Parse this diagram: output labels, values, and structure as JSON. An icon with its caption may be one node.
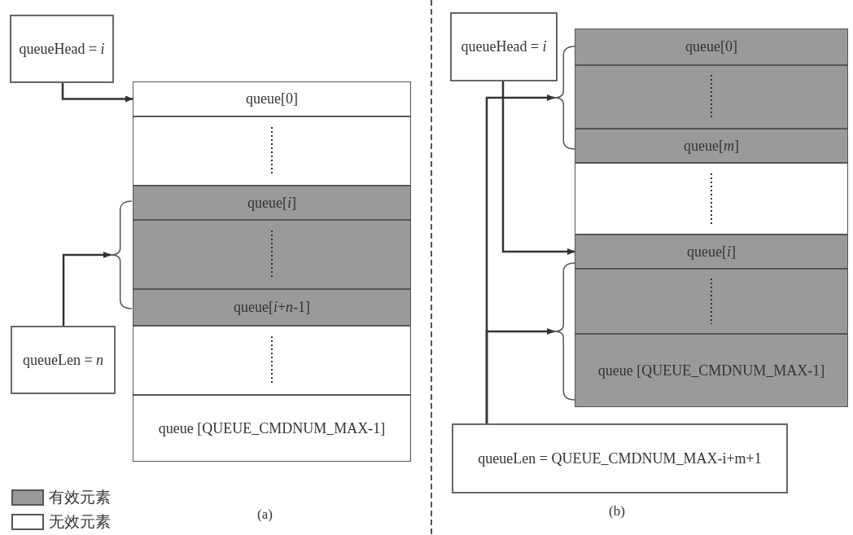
{
  "diagram": {
    "nodes": [
      {
        "text": [
          "queueHead = *i*"
        ]
      },
      {
        "text": [
          "queue[0]"
        ]
      },
      {
        "text": [],
        "shape": "box"
      },
      {
        "text": [
          "queue[*i*]"
        ]
      },
      {
        "text": [],
        "shape": "box"
      },
      {
        "text": [
          "queue[*i*+*n*-1]"
        ]
      },
      {
        "text": [],
        "shape": "box"
      },
      {
        "text": [
          "queue [QUEUE_CMDNUM_MAX-1]"
        ]
      },
      {
        "text": [],
        "shape": "brace"
      },
      {
        "text": [
          "queueLen = *n*"
        ]
      },
      {
        "text": [
          "queueHead = *i*"
        ]
      },
      {
        "text": [],
        "shape": "brace"
      },
      {
        "text": [
          "queue[0]"
        ]
      },
      {
        "text": [],
        "shape": "box"
      },
      {
        "text": [
          "queue[*m*]"
        ]
      },
      {
        "text": [],
        "shape": "box"
      },
      {
        "text": [
          "queue[*i*]"
        ]
      },
      {
        "text": [],
        "shape": "box"
      },
      {
        "text": [
          "queue [QUEUE_CMDNUM_MAX-1]"
        ]
      },
      {
        "text": [],
        "shape": "brace"
      },
      {
        "text": [
          "queueLen = QUEUE_CMDNUM_MAX-i+m+1"
        ]
      }
    ],
    "edges": [
      {
        "from": 0,
        "to": 1,
        "arrow": "to"
      },
      {
        "from": 9,
        "to": 8,
        "arrow": "to"
      },
      {
        "from": 10,
        "to": 16,
        "arrow": "to"
      },
      {
        "from": 20,
        "to": 11,
        "arrow": "to"
      },
      {
        "from": 20,
        "to": 19,
        "arrow": "to"
      }
    ],
    "labels": [
      "(a)",
      "(b)"
    ],
    "legend": [
      {
        "text": "有效元素",
        "color": "#9a9a9a"
      },
      {
        "text": "无效元素",
        "color": "#ffffff"
      }
    ]
  }
}
